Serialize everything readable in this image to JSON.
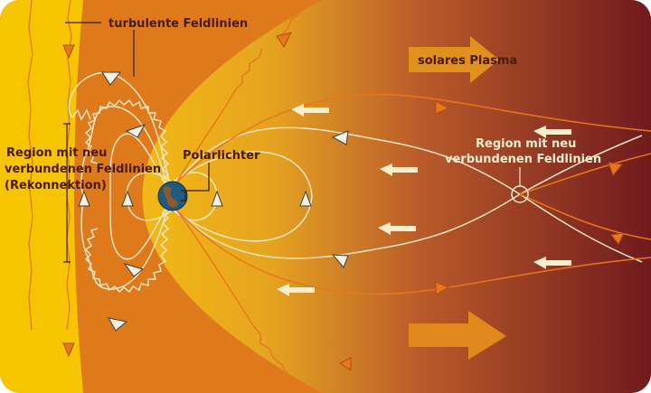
{
  "labels": {
    "turbulent": "turbulente Feldlinien",
    "region_left": [
      "Region mit neu",
      "verbundenen Feldlinien",
      "(Rekonnektion)"
    ],
    "aurora": "Polarlichter",
    "plasma": "solares Plasma",
    "region_right": [
      "Region mit neu",
      "verbundenen Feldlinien"
    ]
  },
  "colors": {
    "left_strip": "#f6c400",
    "bow_region": "#df7a1c",
    "magnetosphere_inner": "#efb41a",
    "tail_dark": "#741a1e",
    "field_line": "#f1e6c4",
    "solar_line": "#e8771c",
    "earth": "#1f5a80"
  }
}
